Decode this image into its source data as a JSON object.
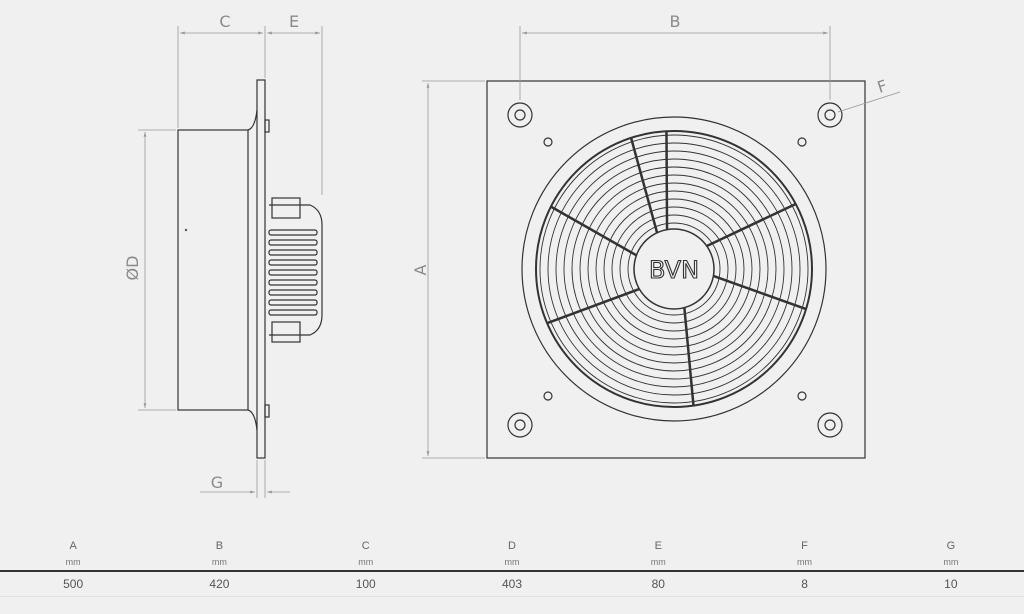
{
  "drawing": {
    "labels": {
      "A": "A",
      "B": "B",
      "C": "C",
      "D": "ØD",
      "E": "E",
      "F": "F",
      "G": "G"
    },
    "logo": "BVN"
  },
  "table": {
    "columns": [
      {
        "label": "A",
        "unit": "mm",
        "value": "500"
      },
      {
        "label": "B",
        "unit": "mm",
        "value": "420"
      },
      {
        "label": "C",
        "unit": "mm",
        "value": "100"
      },
      {
        "label": "D",
        "unit": "mm",
        "value": "403"
      },
      {
        "label": "E",
        "unit": "mm",
        "value": "80"
      },
      {
        "label": "F",
        "unit": "mm",
        "value": "8"
      },
      {
        "label": "G",
        "unit": "mm",
        "value": "10"
      }
    ]
  }
}
